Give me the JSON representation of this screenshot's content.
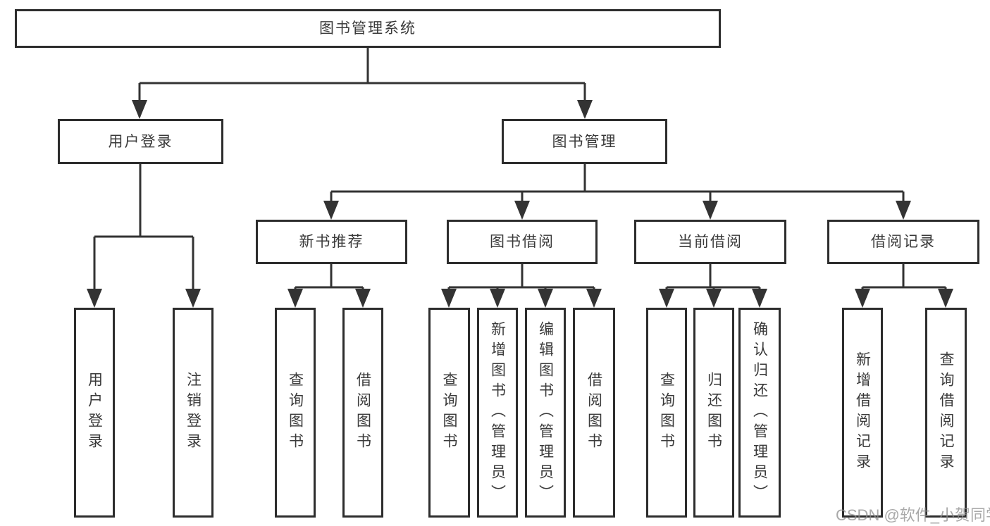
{
  "diagram": {
    "root": {
      "label": "图书管理系统"
    },
    "branches": [
      {
        "label": "用户登录",
        "children": [
          {
            "label": "用户登录"
          },
          {
            "label": "注销登录"
          }
        ]
      },
      {
        "label": "图书管理",
        "groups": [
          {
            "label": "新书推荐",
            "children": [
              {
                "label": "查询图书"
              },
              {
                "label": "借阅图书"
              }
            ]
          },
          {
            "label": "图书借阅",
            "children": [
              {
                "label": "查询图书"
              },
              {
                "label": "新增图书（管理员）"
              },
              {
                "label": "编辑图书（管理员）"
              },
              {
                "label": "借阅图书"
              }
            ]
          },
          {
            "label": "当前借阅",
            "children": [
              {
                "label": "查询图书"
              },
              {
                "label": "归还图书"
              },
              {
                "label": "确认归还（管理员）"
              }
            ]
          },
          {
            "label": "借阅记录",
            "children": [
              {
                "label": "新增借阅记录"
              },
              {
                "label": "查询借阅记录"
              }
            ]
          }
        ]
      }
    ]
  },
  "watermark": "CSDN @软件_小贺同学",
  "colors": {
    "line": "#333333",
    "box_border": "#2d2d2d",
    "text": "#3a3a3a",
    "background": "#ffffff",
    "watermark": "#8c8c8c"
  }
}
